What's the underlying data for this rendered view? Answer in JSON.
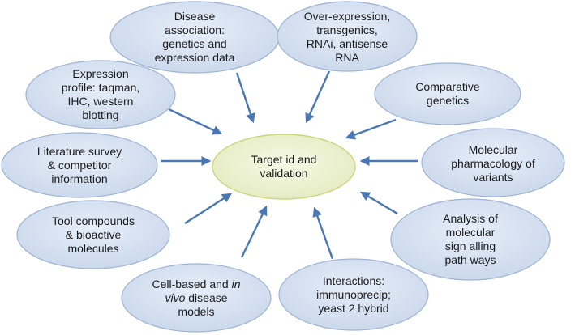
{
  "colors": {
    "node_fill": "#d6e1f0",
    "node_stroke": "#9db3d3",
    "center_fill": "#eef3d2",
    "center_stroke": "#c9d67a",
    "arrow": "#4a78b5",
    "text": "#1a1a1a"
  },
  "center": {
    "lines": [
      "Target id and",
      "validation"
    ]
  },
  "nodes": [
    {
      "id": "disease-association",
      "lines": [
        "Disease",
        "association:",
        "genetics and",
        "expression data"
      ]
    },
    {
      "id": "over-expression",
      "lines": [
        "Over-expression,",
        "transgenics,",
        "RNAi, antisense",
        "RNA"
      ]
    },
    {
      "id": "expression-profile",
      "lines": [
        "Expression",
        "profile: taqman,",
        "IHC, western",
        "blotting"
      ]
    },
    {
      "id": "comparative-genetics",
      "lines": [
        "Comparative",
        "genetics"
      ]
    },
    {
      "id": "literature-survey",
      "lines": [
        "Literature survey",
        "& competitor",
        "information"
      ]
    },
    {
      "id": "molecular-pharmacology",
      "lines": [
        "Molecular",
        "pharmacology of",
        "variants"
      ]
    },
    {
      "id": "tool-compounds",
      "lines": [
        "Tool compounds",
        "& bioactive",
        "molecules"
      ]
    },
    {
      "id": "analysis-signalling",
      "lines": [
        "Analysis of",
        "molecular",
        "sign alling",
        "path ways"
      ]
    },
    {
      "id": "cell-based-models",
      "lines": [
        "Cell-based and in",
        "vivo disease",
        "models"
      ]
    },
    {
      "id": "interactions",
      "lines": [
        "Interactions:",
        "immunoprecip;",
        "yeast 2 hybrid"
      ]
    }
  ]
}
